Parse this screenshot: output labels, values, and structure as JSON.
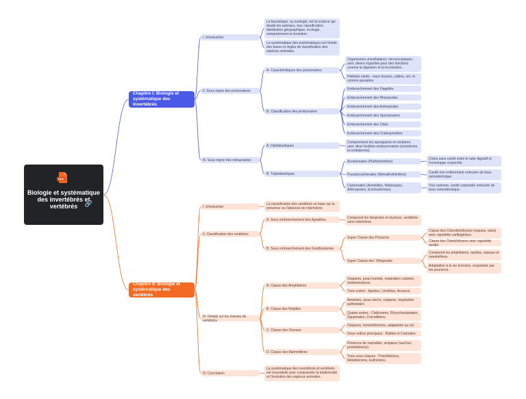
{
  "root": {
    "title": "Biologie et systématique des invertébrés et vertébrés",
    "badge": "PDF"
  },
  "ch1": {
    "title": "Chapitre I: Biologie et systématique des invertébrés",
    "intro": "I. Introduction",
    "intro_d1": "La faunistique, ou zoologie, est la science qui étudie les animaux, leur classification, distribution géographique, écologie, comportement et évolution.",
    "intro_d2": "La systématique (bio-systématique) est l'étude des bases et règles de classification des espèces animales.",
    "proto": "II. Sous règne des protozoaires",
    "protoA": "A. Caractéristiques des protozoaires",
    "protoA_d1": "Organismes unicellulaires, microscopiques, avec divers organites pour des fonctions comme la digestion et la locomotion.",
    "protoA_d2": "Habitats variés : eaux douces, salées, sol, et comme parasites.",
    "protoB": "B. Classification des protozoaires",
    "protoB_items": [
      "Embranchement des Flagellés",
      "Embranchement des Rhizopodes",
      "Embranchement des Actinopodes",
      "Embranchement des Sporozoaires",
      "Embranchement des Ciliés",
      "Embranchement des Cnidosporidies"
    ],
    "meta": "III. Sous règne des métazoaires",
    "metaA": "A. Diploblastiques",
    "metaA_d": "Comprennent les spongiaires et cnidaires, avec deux feuillets embryonnaires (ectoderme et endoderme).",
    "metaB": "B. Triploblastiques",
    "acoel": "Acoelomates (Plathelminthes)",
    "acoel_d": "Corps sans cavité entre le tube digestif et l'enveloppe corporelle.",
    "pseudo": "Pseudocoelomates (Némathelminthes)",
    "pseudo_d": "Cavité non entièrement entourée de tissu mésodermique.",
    "coel": "Coelomates (Annelides, Mollusques, Arthropodes, Echinodermes)",
    "coel_d": "Vrai coelome, cavité corporelle entourée de tissu mésodermique."
  },
  "ch2": {
    "title": "Chapitre II: Biologie et systématique des vertébrés",
    "intro": "I. Introduction",
    "intro_d": "La classification des vertébrés se base sur la présence ou l'absence de mâchoires.",
    "cls": "II. Classification des vertébrés",
    "clsA": "A. Sous embranchement des Agnathes",
    "clsA_d": "Comprend les lamproies et myxines, vertébrés sans mâchoires.",
    "clsB": "B. Sous embranchement des Gnathostomes",
    "poiss": "Super Classe des Poissons",
    "poiss_d1": "Classe des Chondrichthyens (requins, raies) avec squelette cartilagineux.",
    "poiss_d2": "Classe des Osteichthyens avec squelette ossifié.",
    "tetra": "Super Classe des Tétrapodes",
    "tetra_d1": "Comprend les amphibiens, reptiles, oiseaux et mammifères.",
    "tetra_d2": "Adaptation à la vie terrestre, respiration par les poumons.",
    "det": "III. Détails sur les classes de vertébrés",
    "amph": "A. Classe des Amphibiens",
    "amph_d1": "Ovipares, peau humide, respiration cutanée, métamorphose.",
    "amph_d2": "Trois ordres : Apodes, Urodèles, Anoures.",
    "rept": "B. Classe des Reptiles",
    "rept_d1": "Amniotes, peau sèche, ovipares, respiration pulmonaire.",
    "rept_d2": "Quatre ordres : Chéloniens, Rhynchocéphales, Squamates, Crocodiliens.",
    "ois": "C. Classe des Oiseaux",
    "ois_d1": "Ovipares, homéothermes, adaptation au vol.",
    "ois_d2": "Deux ordres principaux : Ratites et Carinates.",
    "mam": "D. Classe des Mammifères",
    "mam_d1": "Présence de mamelles, vivipares (sauf les protothériens).",
    "mam_d2": "Trois sous-classes : Protothériens, Métathériens, Euthériens.",
    "concl": "IV. Conclusion",
    "concl_d": "La systématique des invertébrés et vertébrés est essentielle pour comprendre la biodiversité et l'évolution des espèces animales."
  },
  "colors": {
    "blue": "#4a5ae6",
    "blue_light": "#dfe3fa",
    "orange": "#f26a23",
    "orange_light": "#fde3d8",
    "root": "#222326"
  }
}
